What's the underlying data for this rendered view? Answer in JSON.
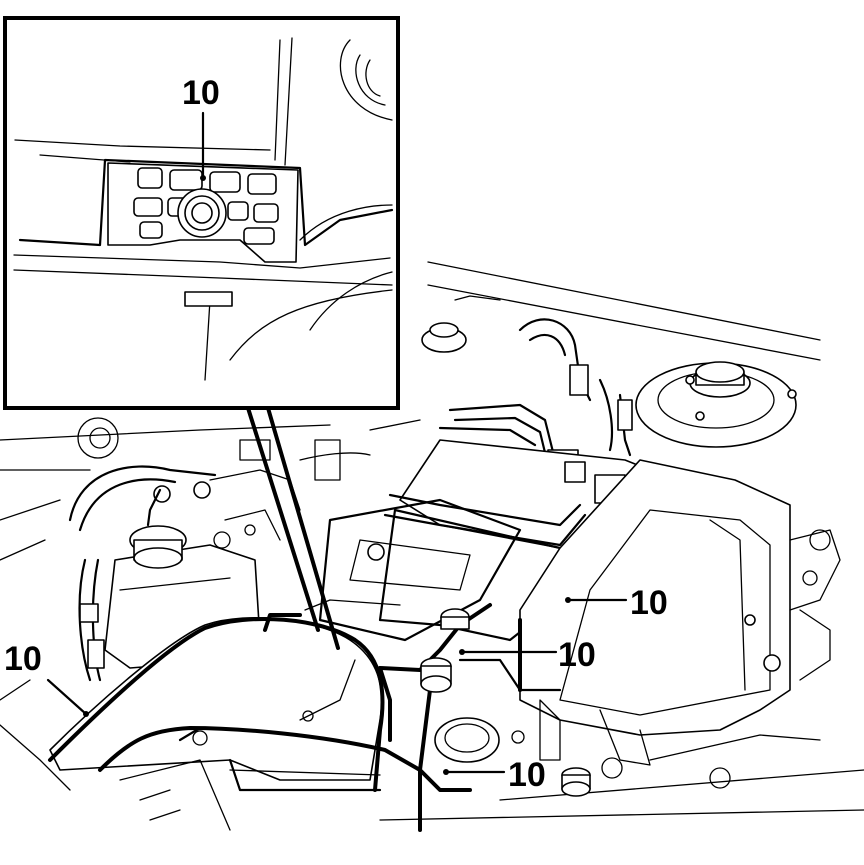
{
  "diagram": {
    "callouts": [
      {
        "id": "inset",
        "label": "10"
      },
      {
        "id": "right-upper",
        "label": "10"
      },
      {
        "id": "right-middle",
        "label": "10"
      },
      {
        "id": "bottom",
        "label": "10"
      },
      {
        "id": "left",
        "label": "10"
      }
    ]
  }
}
